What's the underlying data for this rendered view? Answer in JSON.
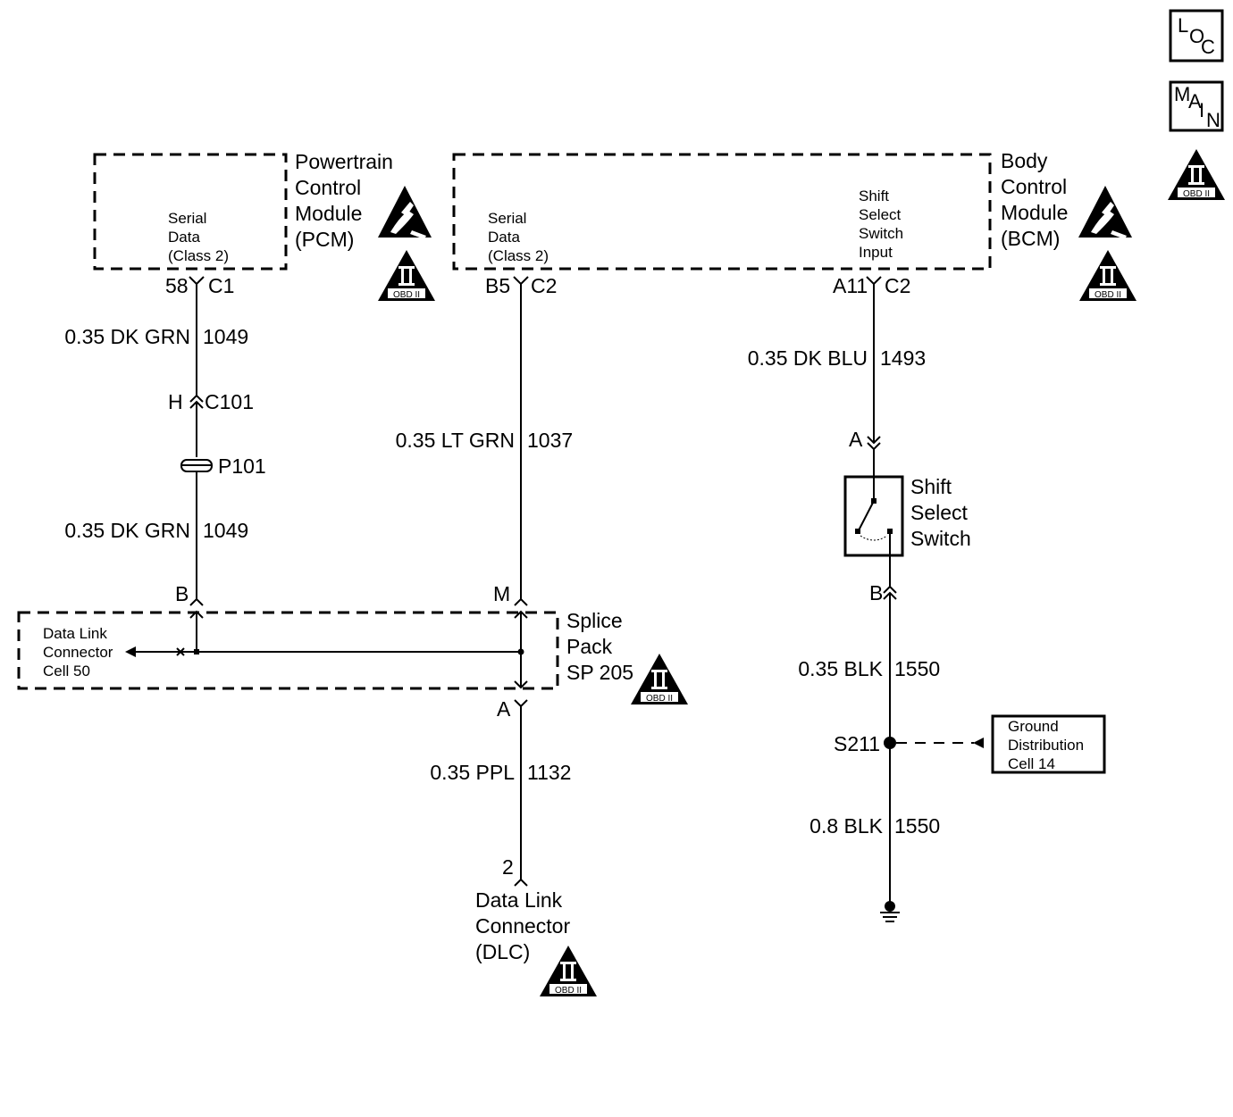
{
  "nav": {
    "loc": [
      "L",
      "O",
      "C"
    ],
    "main": [
      "M",
      "A",
      "I",
      "N"
    ]
  },
  "obd_badge": {
    "roman": "II",
    "text": "OBD II"
  },
  "pcm": {
    "name_lines": [
      "Powertrain",
      "Control",
      "Module",
      "(PCM)"
    ],
    "pin_lines": [
      "Serial",
      "Data",
      "(Class 2)"
    ],
    "pin": "58",
    "connector": "C1"
  },
  "bcm": {
    "name_lines": [
      "Body",
      "Control",
      "Module",
      "(BCM)"
    ],
    "serial_pin_lines": [
      "Serial",
      "Data",
      "(Class 2)"
    ],
    "serial_pin": "B5",
    "serial_connector": "C2",
    "shift_pin_lines": [
      "Shift",
      "Select",
      "Switch",
      "Input"
    ],
    "shift_pin": "A11",
    "shift_connector": "C2"
  },
  "wires": {
    "pcm_upper": {
      "gauge_color": "0.35 DK GRN",
      "circuit": "1049"
    },
    "pcm_lower": {
      "gauge_color": "0.35 DK GRN",
      "circuit": "1049"
    },
    "bcm_serial": {
      "gauge_color": "0.35 LT GRN",
      "circuit": "1037"
    },
    "bcm_shift": {
      "gauge_color": "0.35 DK BLU",
      "circuit": "1493"
    },
    "dlc": {
      "gauge_color": "0.35 PPL",
      "circuit": "1132"
    },
    "switch_ground": {
      "gauge_color": "0.35 BLK",
      "circuit": "1550"
    },
    "ground": {
      "gauge_color": "0.8 BLK",
      "circuit": "1550"
    }
  },
  "connectors": {
    "c101_pin": "H",
    "c101": "C101",
    "p101": "P101",
    "splice_pin_b": "B",
    "splice_pin_m": "M",
    "splice_pin_a": "A",
    "switch_pin_a": "A",
    "switch_pin_b": "B",
    "dlc_pin": "2"
  },
  "splice_pack": {
    "name_lines": [
      "Splice",
      "Pack",
      "SP 205"
    ],
    "ref_lines": [
      "Data Link",
      "Connector",
      "Cell 50"
    ]
  },
  "shift_switch": {
    "name_lines": [
      "Shift",
      "Select",
      "Switch"
    ]
  },
  "dlc": {
    "name_lines": [
      "Data Link",
      "Connector",
      "(DLC)"
    ]
  },
  "splice_s211": "S211",
  "ground_ref": {
    "lines": [
      "Ground",
      "Distribution",
      "Cell 14"
    ]
  }
}
